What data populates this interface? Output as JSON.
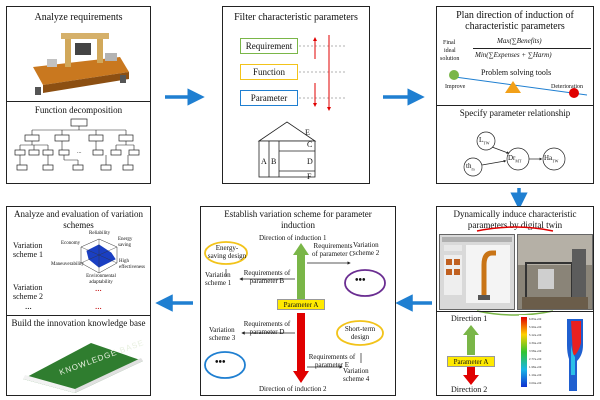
{
  "p1": {
    "title": "Analyze  requirements",
    "sub": "Function decomposition"
  },
  "p2": {
    "title": "Filter characteristic parameters",
    "requirement": "Requirement",
    "function": "Function",
    "parameter": "Parameter",
    "cells": {
      "e": "E",
      "c": "C",
      "a": "A",
      "b": "B",
      "d": "D",
      "f": "F"
    }
  },
  "p3": {
    "title": "Plan direction of induction of characteristic parameters",
    "final": "Final",
    "ideal": "ideal",
    "solution": "solution",
    "max": "Max(∑Benefits)",
    "min": "Min(∑Expenses + ∑Harm)",
    "tools": "Problem solving tools",
    "improve": "Improve",
    "deterioration": "Deterioration",
    "sub": "Specify parameter relationship",
    "nodes": {
      "l": "L",
      "l_sub": "TW",
      "dr": "Dr",
      "dr_sub": "MT",
      "th": "th",
      "th_sub": "m",
      "ha": "Ha",
      "ha_sub": "TW"
    }
  },
  "p4": {
    "title": "Dynamically induce characteristic parameters by digital twin",
    "dir1": "Direction 1",
    "dir2": "Direction 2",
    "param_a": "Parameter A"
  },
  "p5": {
    "title": "Establish variation scheme for parameter induction",
    "dir1": "Direction of induction 1",
    "dir2": "Direction of induction 2",
    "param_a": "Parameter A",
    "energy": "Energy-saving design",
    "short": "Short-term design",
    "reqC": "Requirements of parameter C",
    "reqB": "Requirements of parameter B",
    "reqD": "Requirements of parameter D",
    "reqE": "Requirements of parameter E",
    "vs1": "Variation scheme 1",
    "vs2": "Variation scheme 2",
    "vs3": "Variation scheme 3",
    "vs4": "Variation scheme 4",
    "dots": "•••"
  },
  "p6": {
    "title": "Analyze and evaluation of variation schemes",
    "vs1": "Variation scheme 1",
    "vs2": "Variation scheme 2",
    "radar": {
      "reliability": "Reliability",
      "energy": "Energy saving",
      "economy": "Economy",
      "high": "High effectiveness",
      "maneuver": "Maneuverability",
      "env": "Environmental adaptability"
    },
    "dots": "...",
    "sub": "Build the innovation knowledge base",
    "book": "KNOWLEDGE BASE"
  },
  "colors": {
    "blue_arrow": "#1f7fd1",
    "green": "#7ab648",
    "red": "#e00000",
    "yellow": "#ffea00",
    "purple": "#6a2d91",
    "orange": "#f2a019"
  }
}
